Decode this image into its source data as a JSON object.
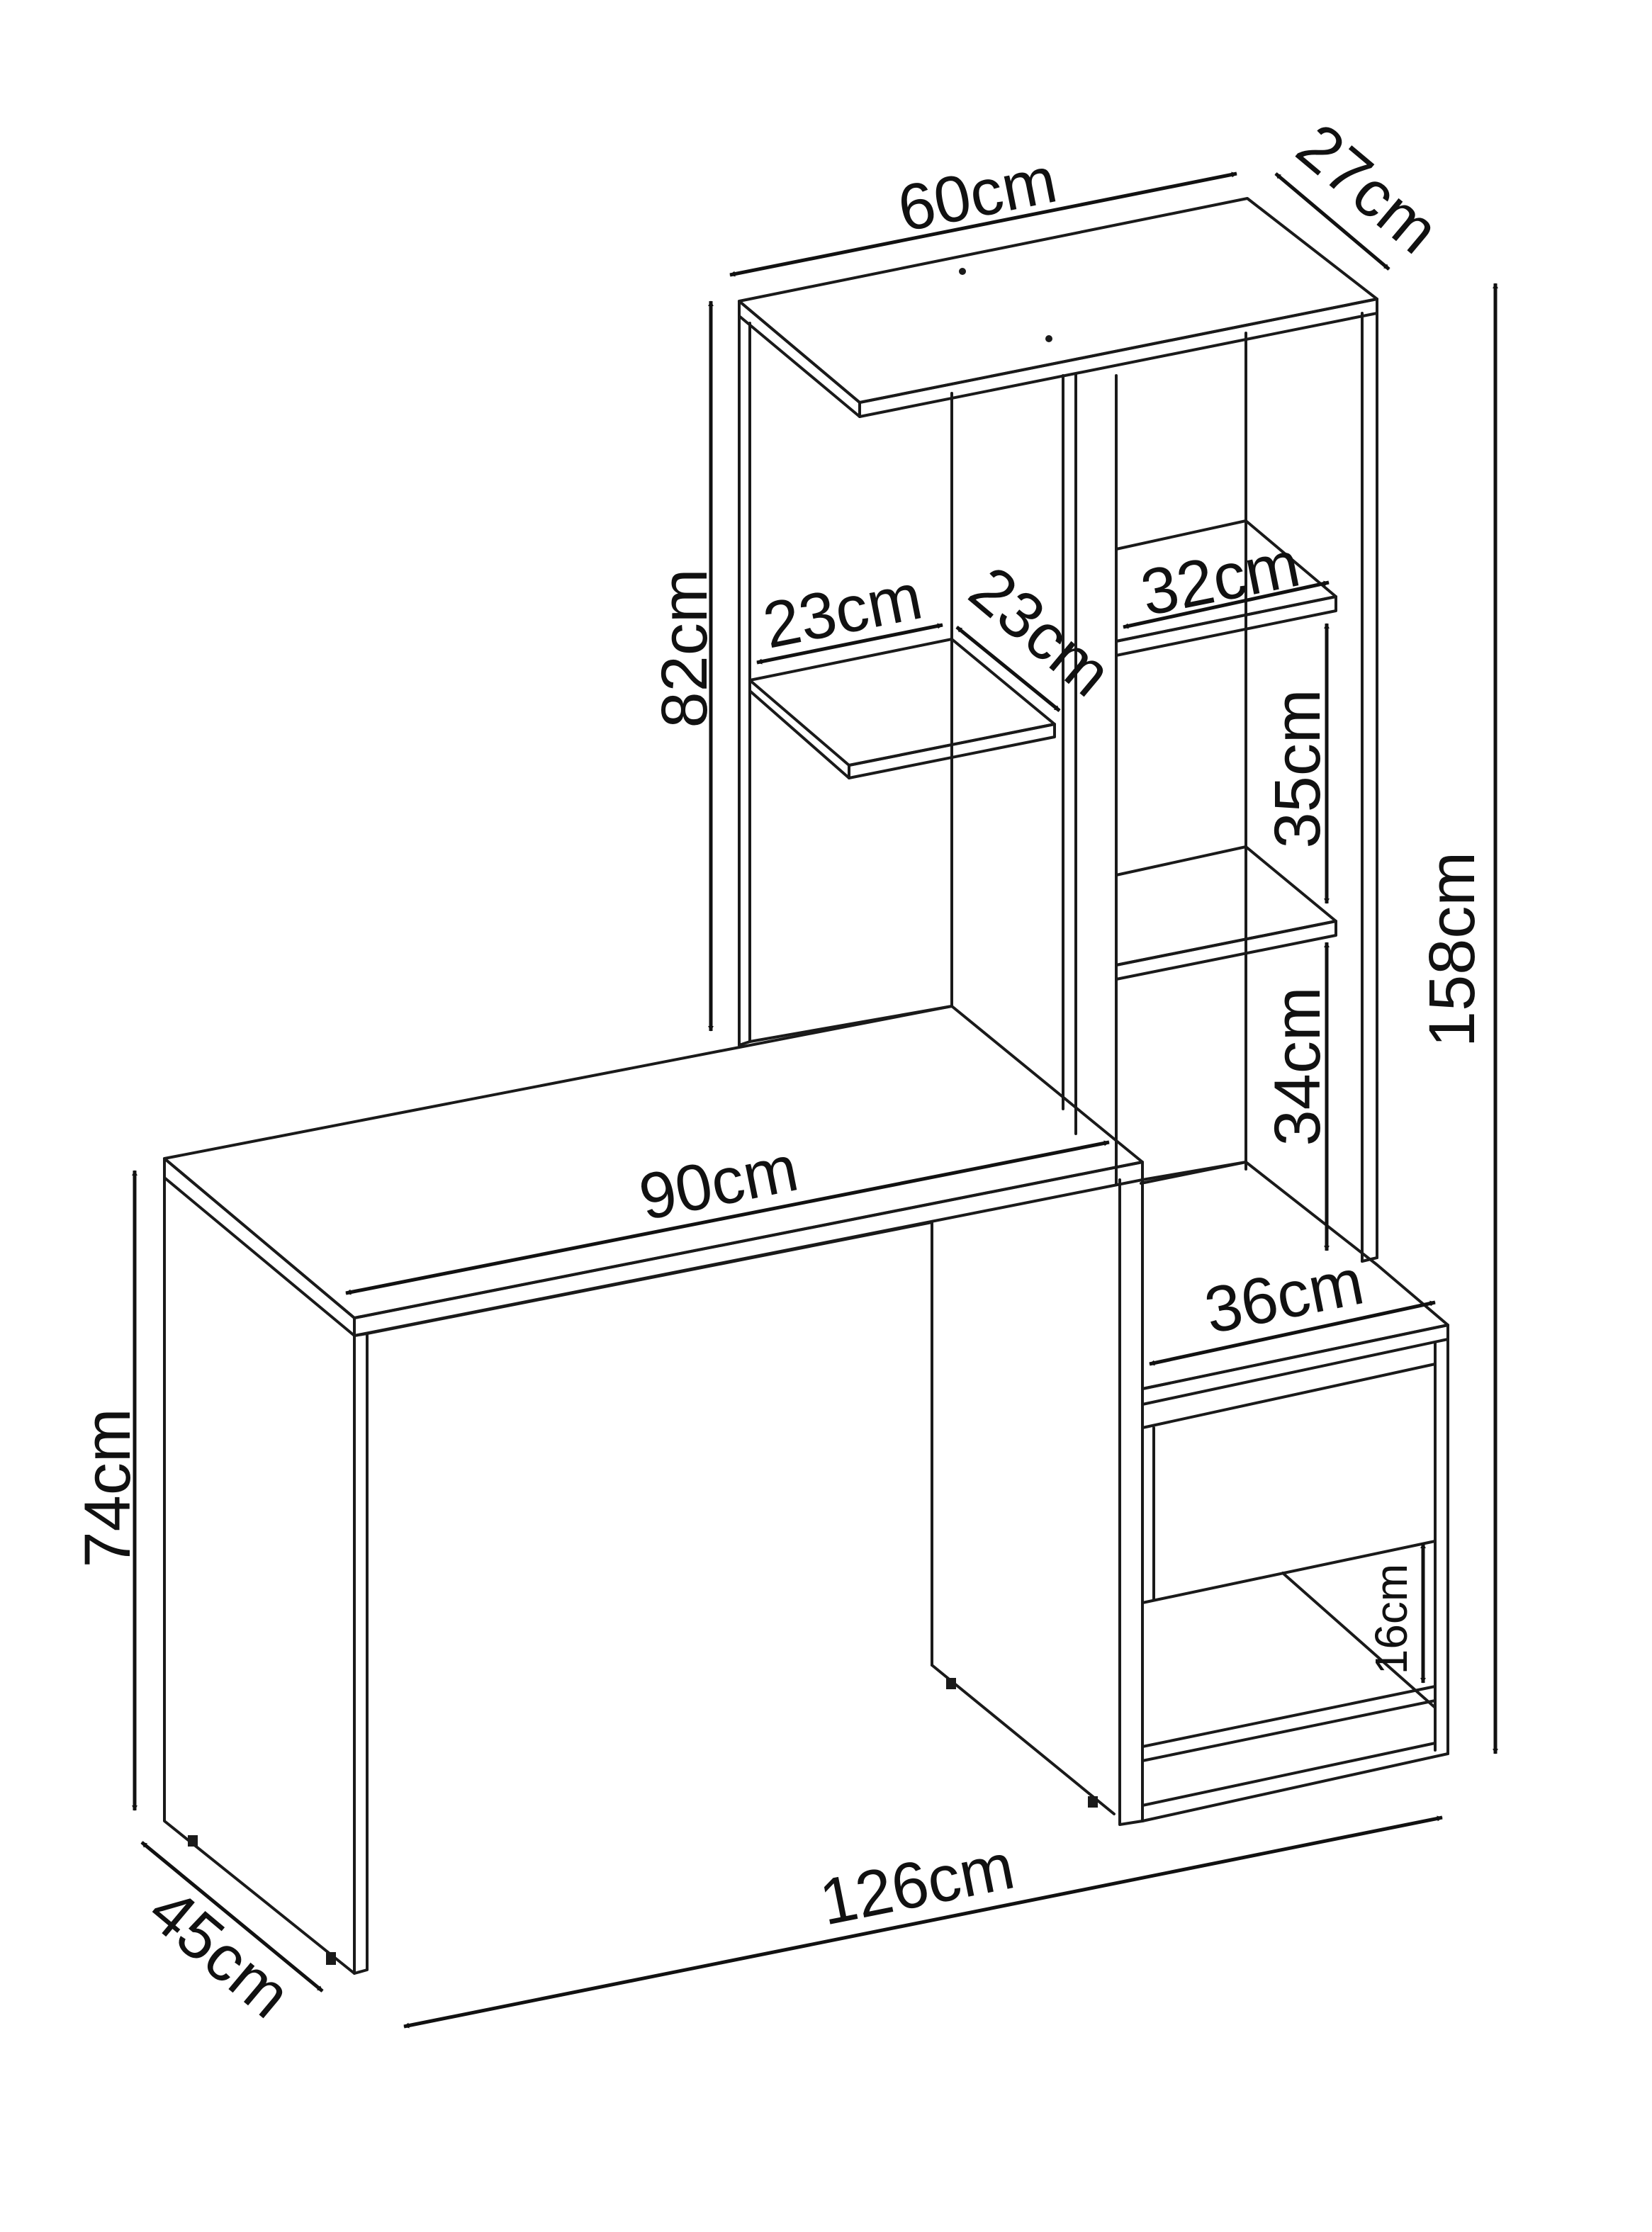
{
  "colors": {
    "ink": "#111111",
    "background": "#ffffff"
  },
  "dimensions": {
    "hutch_width": "60cm",
    "hutch_depth": "27cm",
    "total_height": "158cm",
    "hutch_height": "82cm",
    "small_shelf_width": "23cm",
    "small_shelf_depth": "23cm",
    "upper_shelf_width": "32cm",
    "shelf_gap_upper": "35cm",
    "shelf_gap_lower": "34cm",
    "desk_top_width": "90cm",
    "cabinet_width": "36cm",
    "desk_height": "74cm",
    "bottom_shelf_height": "16cm",
    "total_width": "126cm",
    "desk_depth": "45cm"
  }
}
